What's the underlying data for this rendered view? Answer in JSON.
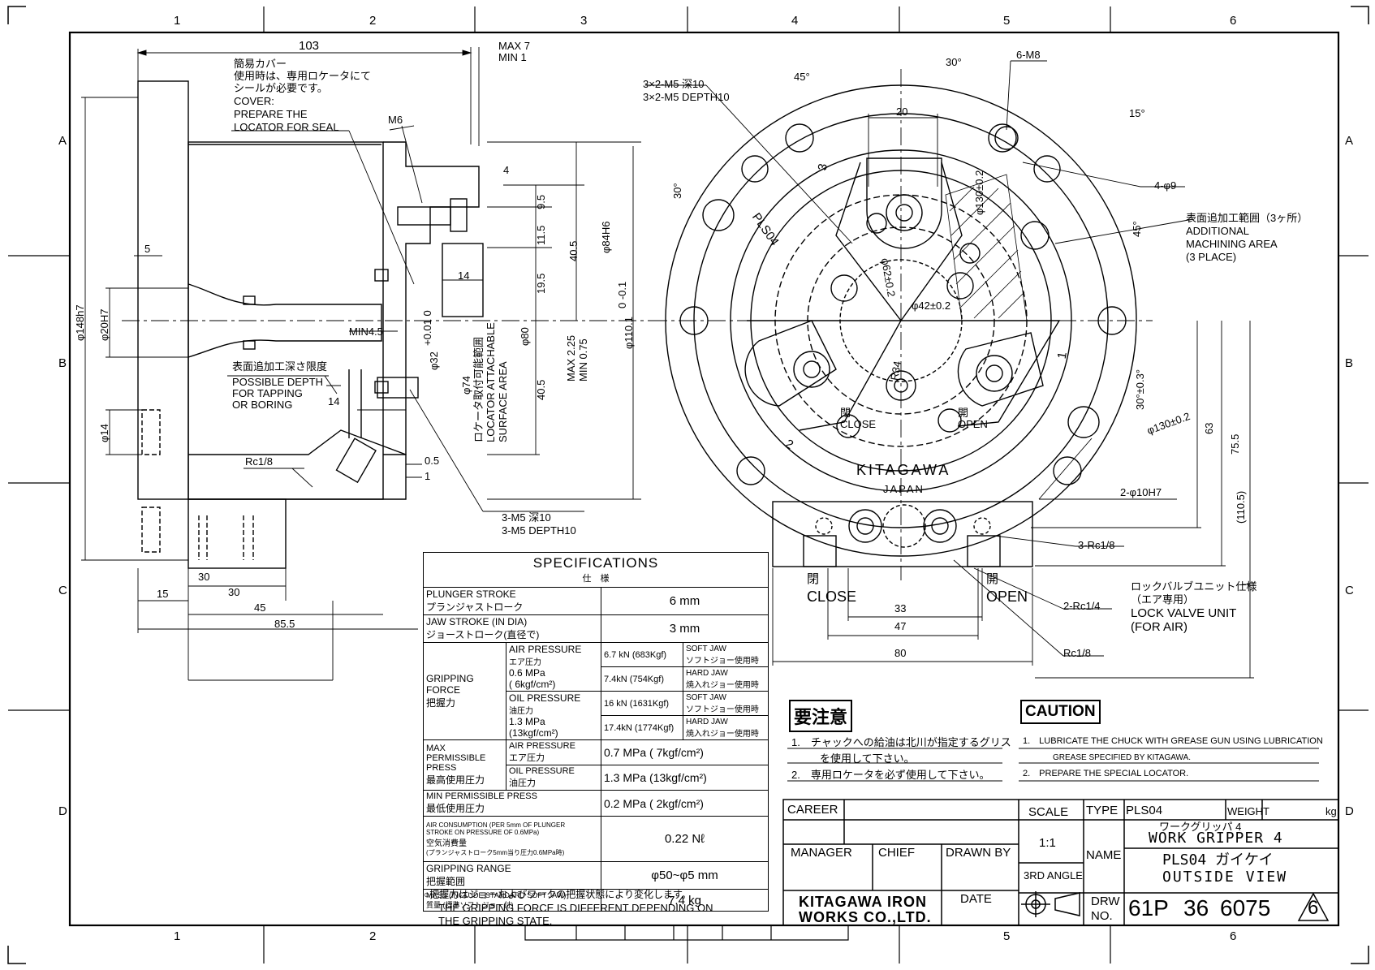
{
  "frame": {
    "col_labels": [
      "1",
      "2",
      "3",
      "4",
      "5",
      "6"
    ],
    "row_labels": [
      "A",
      "B",
      "C",
      "D"
    ]
  },
  "left_view": {
    "dim_103": "103",
    "max7": "MAX 7",
    "min1": "MIN 1",
    "cover_jp1": "簡易カバー",
    "cover_jp2": "使用時は、専用ロケータにて",
    "cover_jp3": "シールが必要です。",
    "cover_en1": "COVER:",
    "cover_en2": "PREPARE THE",
    "cover_en3": "LOCATOR FOR SEAL",
    "m6": "M6",
    "dim_4": "4",
    "dim_95": "9.5",
    "dim_115": "11.5",
    "dim_405a": "40.5",
    "dim_84h6": "φ84H6",
    "dim_14a": "14",
    "dim_195": "19.5",
    "dim_148h7": "φ148h7",
    "dim_5": "5",
    "dim_20h7": "φ20H7",
    "min45": "MIN4.5",
    "dim_32": "φ32",
    "dim_32tol": "+0.01 0",
    "dim_74": "φ74",
    "locator_jp": "ロケータ取付可能範囲",
    "locator_en1": "LOCATOR ATTACHABLE",
    "locator_en2": "SURFACE AREA",
    "dim_80": "φ80",
    "max225": "MAX 2.25",
    "min075": "MIN 0.75",
    "dim_110": "φ110.1",
    "dim_110tol": "0 -0.1",
    "dim_405b": "40.5",
    "depth_jp": "表面追加工深さ限度",
    "depth_en1": "POSSIBLE DEPTH",
    "depth_en2": "FOR TAPPING",
    "depth_en3": "OR BORING",
    "dim_14b": "14",
    "dim_14c": "φ14",
    "rc18": "Rc1/8",
    "dim_05": "0.5",
    "dim_1": "1",
    "m5_jp": "3-M5 深10",
    "m5_en": "3-M5 DEPTH10",
    "dim_30a": "30",
    "dim_15": "15",
    "dim_30b": "30",
    "dim_45": "45",
    "dim_855": "85.5"
  },
  "right_view": {
    "m5_jp": "3×2-M5 深10",
    "m5_en": "3×2-M5 DEPTH10",
    "ang45a": "45°",
    "ang30a": "30°",
    "m8": "6-M8",
    "dim_20": "20",
    "ang15": "15°",
    "dim_130a": "φ130±0.2",
    "phi9": "4-φ9",
    "ang30b": "30°",
    "ang45b": "45°",
    "add_jp": "表面追加工範囲（3ヶ所）",
    "add_en1": "ADDITIONAL",
    "add_en2": "MACHINING AREA",
    "add_en3": "(3 PLACE)",
    "plso4": "PLS04",
    "jaw3": "3",
    "jaw1": "1",
    "jaw2": "2",
    "dim_62": "φ62±0.2",
    "dim_42": "φ42±0.2",
    "r34": "R34",
    "ang30c": "30°±0.3°",
    "dim_130b": "φ130±0.2",
    "dim_63": "63",
    "dim_755": "75.5",
    "dim_1105": "(110.5)",
    "close_jp": "閉",
    "close_en": "CLOSE",
    "open_jp": "開",
    "open_en": "OPEN",
    "kitagawa": "KITAGAWA",
    "japan": "JAPAN",
    "phi10h7": "2-φ10H7",
    "rc18a": "3-Rc1/8",
    "close2_jp": "閉",
    "close2_en": "CLOSE",
    "open2_jp": "開",
    "open2_en": "OPEN",
    "dim_33": "33",
    "dim_47": "47",
    "dim_80": "80",
    "rc14": "2-Rc1/4",
    "rc18b": "Rc1/8",
    "lock_jp1": "ロックバルブユニット仕様",
    "lock_jp2": "（エア専用）",
    "lock_en1": "LOCK VALVE UNIT",
    "lock_en2": "(FOR AIR)"
  },
  "specs": {
    "title": "SPECIFICATIONS",
    "title_jp": "仕　様",
    "plunger_en": "PLUNGER STROKE",
    "plunger_jp": "プランジャストローク",
    "plunger_val": "6  mm",
    "jaw_en": "JAW STROKE (IN DIA)",
    "jaw_jp": "ジョーストローク(直径で)",
    "jaw_val": "3  mm",
    "grip_en": "GRIPPING FORCE",
    "grip_jp": "把握力",
    "air_en": "AIR PRESSURE",
    "air_jp": "エア圧力",
    "air_mpa": "0.6 MPa",
    "air_kgf": "( 6kgf/cm²)",
    "air_soft": "6.7 kN (683Kgf)",
    "soft_en": "SOFT JAW",
    "soft_jp": "ソフトジョー使用時",
    "air_hard": "7.4kN (754Kgf)",
    "hard_en": "HARD JAW",
    "hard_jp": "焼入れジョー使用時",
    "oil_en": "OIL PRESSURE",
    "oil_jp": "油圧力",
    "oil_mpa": "1.3 MPa",
    "oil_kgf": "(13kgf/cm²)",
    "oil_soft": "16 kN (1631Kgf)",
    "oil_hard": "17.4kN (1774Kgf)",
    "maxp_en": "MAX PERMISSIBLE PRESS",
    "maxp_jp": "最高使用圧力",
    "maxp_air_en": "AIR PRESSURE",
    "maxp_air_jp": "エア圧力",
    "maxp_air_val": "0.7 MPa ( 7kgf/cm²)",
    "maxp_oil_en": "OIL PRESSURE",
    "maxp_oil_jp": "油圧力",
    "maxp_oil_val": "1.3 MPa (13kgf/cm²)",
    "minp_en": "MIN PERMISSIBLE PRESS",
    "minp_jp": "最低使用圧力",
    "minp_val": "0.2 MPa ( 2kgf/cm²)",
    "airc_en1": "AIR CONSUMPTION (PER 5mm OF PLUNGER",
    "airc_en2": "STROKE ON PRESSURE OF 0.6MPa)",
    "airc_jp1": "空気消費量",
    "airc_jp2": "(プランジャストローク5mm当り圧力0.6MPa時)",
    "airc_val": "0.22 Nℓ",
    "range_en": "GRIPPING RANGE",
    "range_jp": "把握範囲",
    "range_val": "φ50~φ5  mm",
    "mass_en": "MASS (INCLUDE STANDARD SOFT JAW)",
    "mass_jp": "質量 (標準ソフトジョー付)",
    "mass_val": "7.4 kg",
    "foot_jp": "○把握力はジョーおよびワークの把握状態により変化します。",
    "foot_en1": "THE GRIPPING FORCE IS DIFFERENT DEPENDING ON",
    "foot_en2": "THE GRIPPING STATE."
  },
  "notes": {
    "jp_title": "要注意",
    "jp_1": "1.　チャックへの給油は北川が指定するグリス",
    "jp_1b": "を使用して下さい。",
    "jp_2": "2.　専用ロケータを必ず使用して下さい。",
    "en_title": "CAUTION",
    "en_1": "1.　LUBRICATE THE CHUCK WITH GREASE GUN USING LUBRICATION",
    "en_1b": "GREASE SPECIFIED BY KITAGAWA.",
    "en_2": "2.　PREPARE THE SPECIAL LOCATOR."
  },
  "title_block": {
    "career": "CAREER",
    "manager": "MANAGER",
    "chief": "CHIEF",
    "drawn_by": "DRAWN BY",
    "date": "DATE",
    "company1": "KITAGAWA IRON",
    "company2": "WORKS CO.,LTD.",
    "scale_label": "SCALE",
    "scale_val": "1:1",
    "angle": "3RD ANGLE",
    "type_label": "TYPE",
    "type_val": "PLS04",
    "weight_label": "WEIGHT",
    "weight_unit": "kg",
    "name_label": "NAME",
    "name_jp1": "ワークグリッパ 4",
    "name_en1": "WORK GRIPPER 4",
    "name_jp2": "PLS04 ガイケイ",
    "name_en2": "OUTSIDE VIEW",
    "drw_label1": "DRW",
    "drw_label2": "NO.",
    "drw_a": "61P",
    "drw_b": "36",
    "drw_c": "6075",
    "drw_rev": "6"
  }
}
